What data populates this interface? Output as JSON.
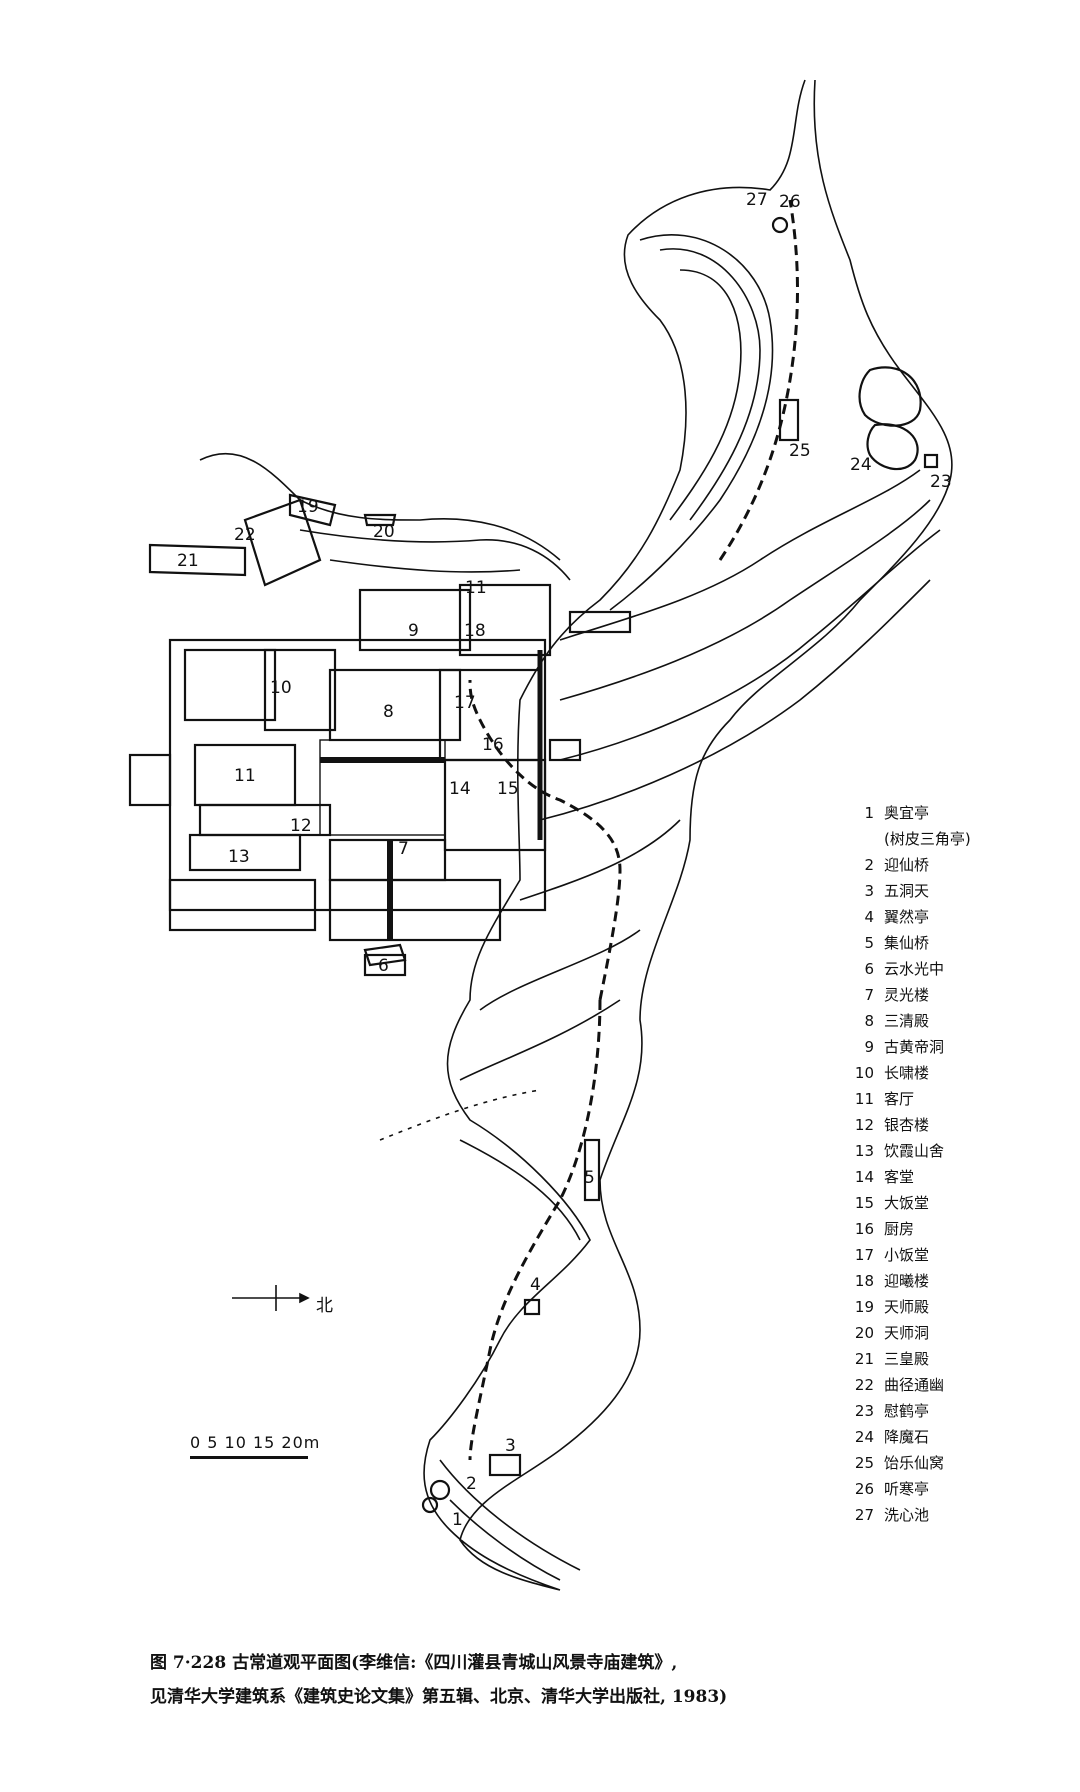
{
  "plan": {
    "labels": [
      "1",
      "2",
      "3",
      "4",
      "5",
      "6",
      "7",
      "8",
      "9",
      "10",
      "11",
      "12",
      "13",
      "14",
      "15",
      "16",
      "17",
      "18",
      "19",
      "20",
      "21",
      "22",
      "23",
      "24",
      "25",
      "26",
      "27"
    ]
  },
  "legend": {
    "items": [
      {
        "num": "1",
        "name": "奥宜亭",
        "sub": "(树皮三角亭)"
      },
      {
        "num": "2",
        "name": "迎仙桥"
      },
      {
        "num": "3",
        "name": "五洞天"
      },
      {
        "num": "4",
        "name": "翼然亭"
      },
      {
        "num": "5",
        "name": "集仙桥"
      },
      {
        "num": "6",
        "name": "云水光中"
      },
      {
        "num": "7",
        "name": "灵光楼"
      },
      {
        "num": "8",
        "name": "三清殿"
      },
      {
        "num": "9",
        "name": "古黄帝洞"
      },
      {
        "num": "10",
        "name": "长啸楼"
      },
      {
        "num": "11",
        "name": "客厅"
      },
      {
        "num": "12",
        "name": "银杏楼"
      },
      {
        "num": "13",
        "name": "饮霞山舍"
      },
      {
        "num": "14",
        "name": "客堂"
      },
      {
        "num": "15",
        "name": "大饭堂"
      },
      {
        "num": "16",
        "name": "厨房"
      },
      {
        "num": "17",
        "name": "小饭堂"
      },
      {
        "num": "18",
        "name": "迎曦楼"
      },
      {
        "num": "19",
        "name": "天师殿"
      },
      {
        "num": "20",
        "name": "天师洞"
      },
      {
        "num": "21",
        "name": "三皇殿"
      },
      {
        "num": "22",
        "name": "曲径通幽"
      },
      {
        "num": "23",
        "name": "慰鹤亭"
      },
      {
        "num": "24",
        "name": "降魔石"
      },
      {
        "num": "25",
        "name": "饴乐仙窝"
      },
      {
        "num": "26",
        "name": "听寒亭"
      },
      {
        "num": "27",
        "name": "洗心池"
      }
    ]
  },
  "north": {
    "label": "北"
  },
  "scale": {
    "text": "0 5 10 15 20m"
  },
  "caption": {
    "line1": "图 7·228 古常道观平面图(李维信:《四川灌县青城山风景寺庙建筑》,",
    "line2": "见清华大学建筑系《建筑史论文集》第五辑、北京、清华大学出版社, 1983)"
  },
  "colors": {
    "ink": "#111111",
    "paper": "#ffffff",
    "hatch": "#555555"
  }
}
